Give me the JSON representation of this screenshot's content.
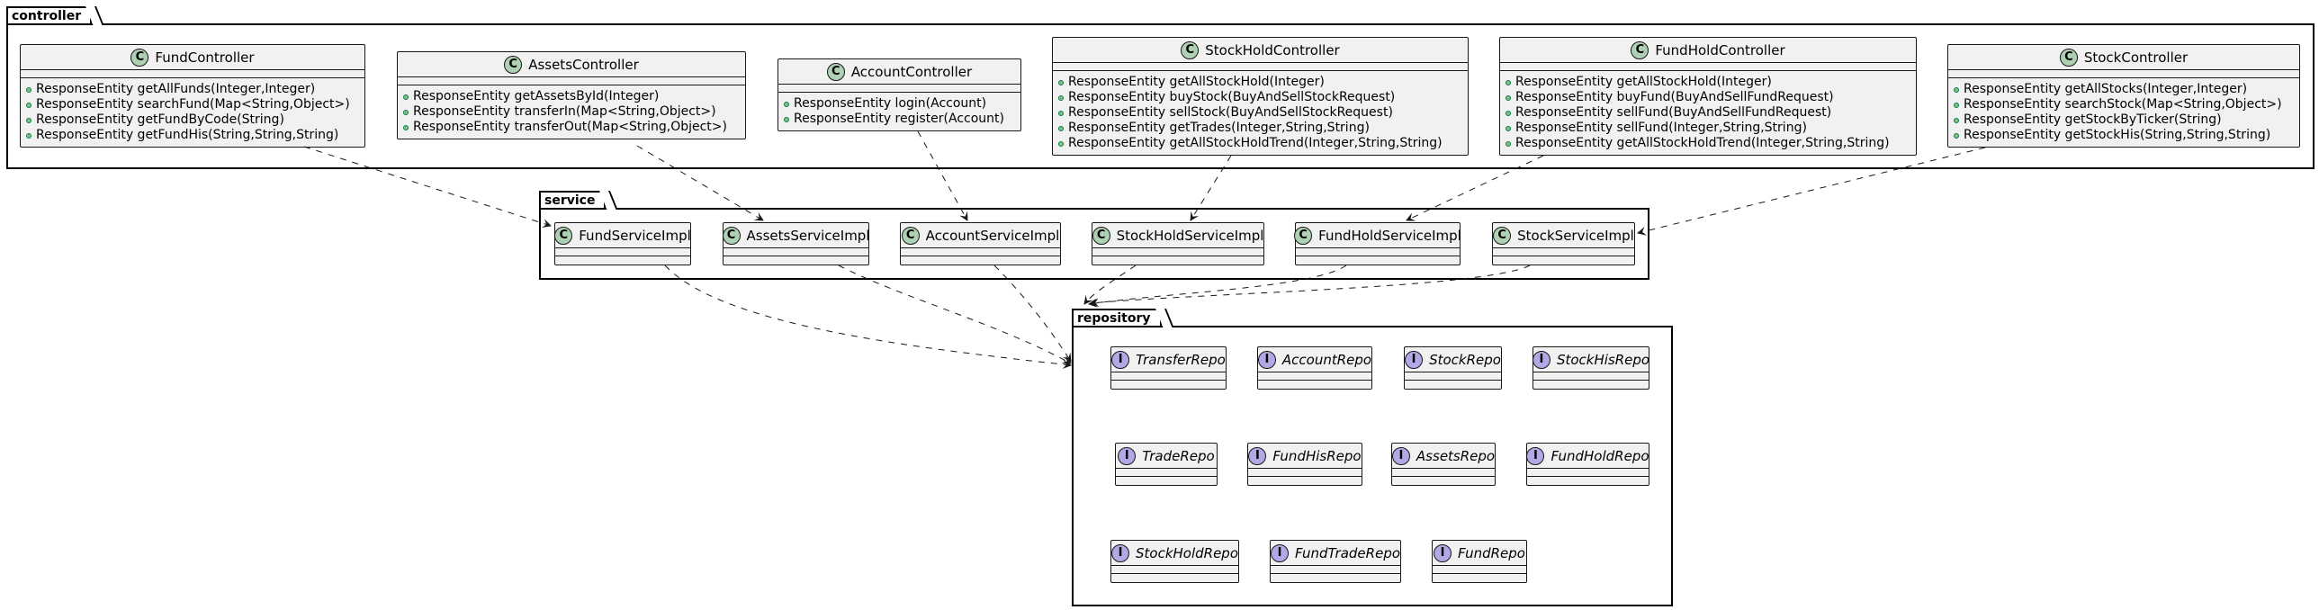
{
  "packages": {
    "controller": "controller",
    "service": "service",
    "repository": "repository"
  },
  "spot_letters": {
    "class": "C",
    "interface": "I"
  },
  "colors": {
    "class_spot": "#add1b2",
    "interface_spot": "#b4a7e5",
    "node_fill": "#f1f1f1",
    "method_dot": "#84be84"
  },
  "controllers": [
    {
      "name": "FundController",
      "methods": [
        "ResponseEntity getAllFunds(Integer,Integer)",
        "ResponseEntity searchFund(Map<String,Object>)",
        "ResponseEntity getFundByCode(String)",
        "ResponseEntity getFundHis(String,String,String)"
      ]
    },
    {
      "name": "AssetsController",
      "methods": [
        "ResponseEntity getAssetsById(Integer)",
        "ResponseEntity transferIn(Map<String,Object>)",
        "ResponseEntity transferOut(Map<String,Object>)"
      ]
    },
    {
      "name": "AccountController",
      "methods": [
        "ResponseEntity login(Account)",
        "ResponseEntity register(Account)"
      ]
    },
    {
      "name": "StockHoldController",
      "methods": [
        "ResponseEntity getAllStockHold(Integer)",
        "ResponseEntity buyStock(BuyAndSellStockRequest)",
        "ResponseEntity sellStock(BuyAndSellStockRequest)",
        "ResponseEntity getTrades(Integer,String,String)",
        "ResponseEntity getAllStockHoldTrend(Integer,String,String)"
      ]
    },
    {
      "name": "FundHoldController",
      "methods": [
        "ResponseEntity getAllStockHold(Integer)",
        "ResponseEntity buyFund(BuyAndSellFundRequest)",
        "ResponseEntity sellFund(BuyAndSellFundRequest)",
        "ResponseEntity sellFund(Integer,String,String)",
        "ResponseEntity getAllStockHoldTrend(Integer,String,String)"
      ]
    },
    {
      "name": "StockController",
      "methods": [
        "ResponseEntity getAllStocks(Integer,Integer)",
        "ResponseEntity searchStock(Map<String,Object>)",
        "ResponseEntity getStockByTicker(String)",
        "ResponseEntity getStockHis(String,String,String)"
      ]
    }
  ],
  "services": [
    "FundServiceImpl",
    "AssetsServiceImpl",
    "AccountServiceImpl",
    "StockHoldServiceImpl",
    "FundHoldServiceImpl",
    "StockServiceImpl"
  ],
  "repositories": [
    "TransferRepo",
    "AccountRepo",
    "StockRepo",
    "StockHisRepo",
    "TradeRepo",
    "FundHisRepo",
    "AssetsRepo",
    "FundHoldRepo",
    "StockHoldRepo",
    "FundTradeRepo",
    "FundRepo"
  ],
  "dependencies": [
    {
      "from": "FundController",
      "to": "FundServiceImpl"
    },
    {
      "from": "AssetsController",
      "to": "AssetsServiceImpl"
    },
    {
      "from": "AccountController",
      "to": "AccountServiceImpl"
    },
    {
      "from": "StockHoldController",
      "to": "StockHoldServiceImpl"
    },
    {
      "from": "FundHoldController",
      "to": "FundHoldServiceImpl"
    },
    {
      "from": "StockController",
      "to": "StockServiceImpl"
    },
    {
      "from": "FundServiceImpl",
      "to": "repository"
    },
    {
      "from": "AssetsServiceImpl",
      "to": "repository"
    },
    {
      "from": "AccountServiceImpl",
      "to": "repository"
    },
    {
      "from": "StockHoldServiceImpl",
      "to": "repository"
    },
    {
      "from": "FundHoldServiceImpl",
      "to": "repository"
    },
    {
      "from": "StockServiceImpl",
      "to": "repository"
    }
  ]
}
